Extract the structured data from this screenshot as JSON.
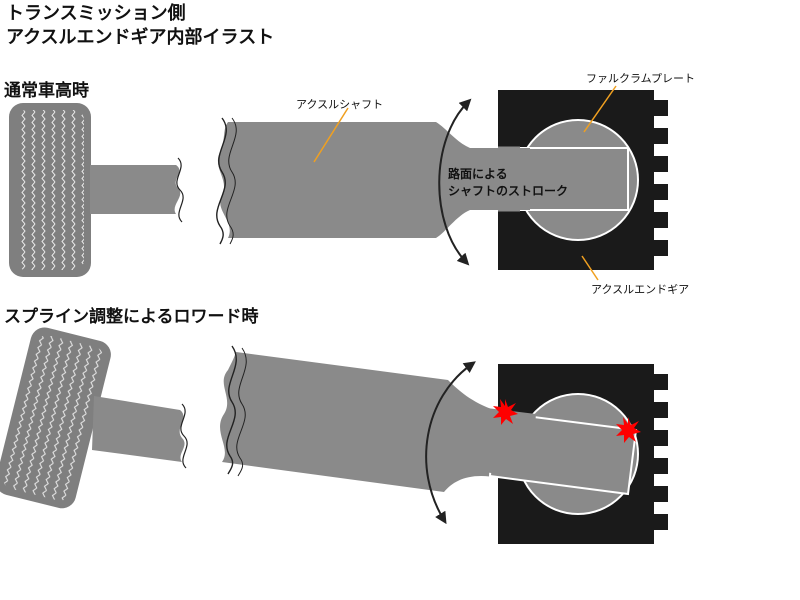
{
  "title": {
    "line1": "トランスミッション側",
    "line2": "アクスルエンドギア内部イラスト"
  },
  "sections": {
    "normal": "通常車高時",
    "lowered": "スプライン調整によるロワード時"
  },
  "labels": {
    "axle_shaft": "アクスルシャフト",
    "fulcrum_plate": "ファルクラムプレート",
    "axle_end_gear": "アクスルエンドギア",
    "stroke_line1": "路面による",
    "stroke_line2": "シャフトのストローク"
  },
  "colors": {
    "shaft": "#8a8a8a",
    "tire": "#7f7f7f",
    "gear": "#1a1a1a",
    "leader": "#f0a020",
    "arrow": "#222222",
    "impact": "#ff0000"
  }
}
